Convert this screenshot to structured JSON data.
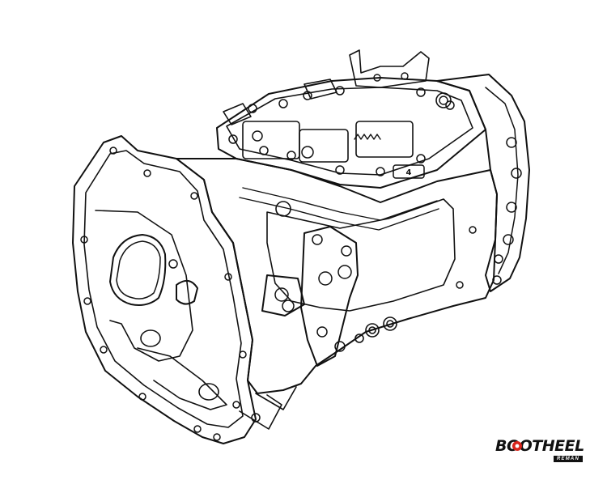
{
  "illustration": {
    "subject": "transmission-line-drawing",
    "stroke_color": "#111111",
    "background": "#ffffff"
  },
  "housing_badge": "4",
  "logo": {
    "brand_text": "BOOTHEEL",
    "sub_text": "REMAN",
    "gear_color": "#d9261c",
    "text_color": "#111111"
  }
}
